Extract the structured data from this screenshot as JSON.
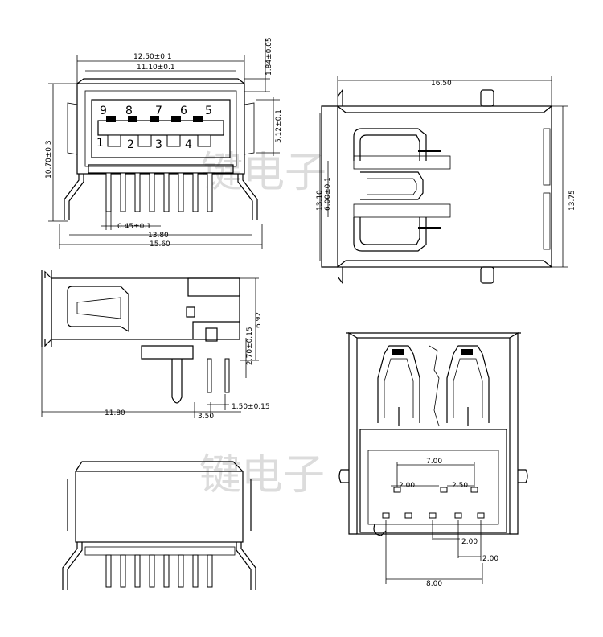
{
  "watermark": {
    "top": "键电子",
    "bottom": "键电子"
  },
  "front_view": {
    "dims": {
      "w_12_50": "12.50±0.1",
      "w_11_10": "11.10±0.1",
      "h_1_84": "1.84±0.05",
      "h_5_12": "5.12±0.1",
      "h_10_70": "10.70±0.3",
      "pin_045": "0.45±0.1",
      "w_13_80": "13.80",
      "w_15_60": "15.60"
    },
    "pin_numbers_top": [
      "9",
      "8",
      "7",
      "6",
      "5"
    ],
    "pin_numbers_bottom": [
      "1",
      "2",
      "3",
      "4"
    ]
  },
  "top_right_view": {
    "dims": {
      "w_16_50": "16.50",
      "h_13_10": "13.10",
      "h_6_00": "6.00±0.1",
      "h_13_75": "13.75"
    }
  },
  "side_view": {
    "dims": {
      "h_6_92": "6.92",
      "h_2_70": "2.70±0.15",
      "w_11_80": "11.80",
      "w_3_50": "3.50",
      "w_1_50": "1.50±0.15"
    }
  },
  "footprint_view": {
    "dims": {
      "w_7_00": "7.00",
      "w_2_00": "2.00",
      "w_2_50": "2.50",
      "v_2_00_a": "2.00",
      "v_2_00_b": "2.00",
      "w_8_00": "8.00"
    }
  }
}
